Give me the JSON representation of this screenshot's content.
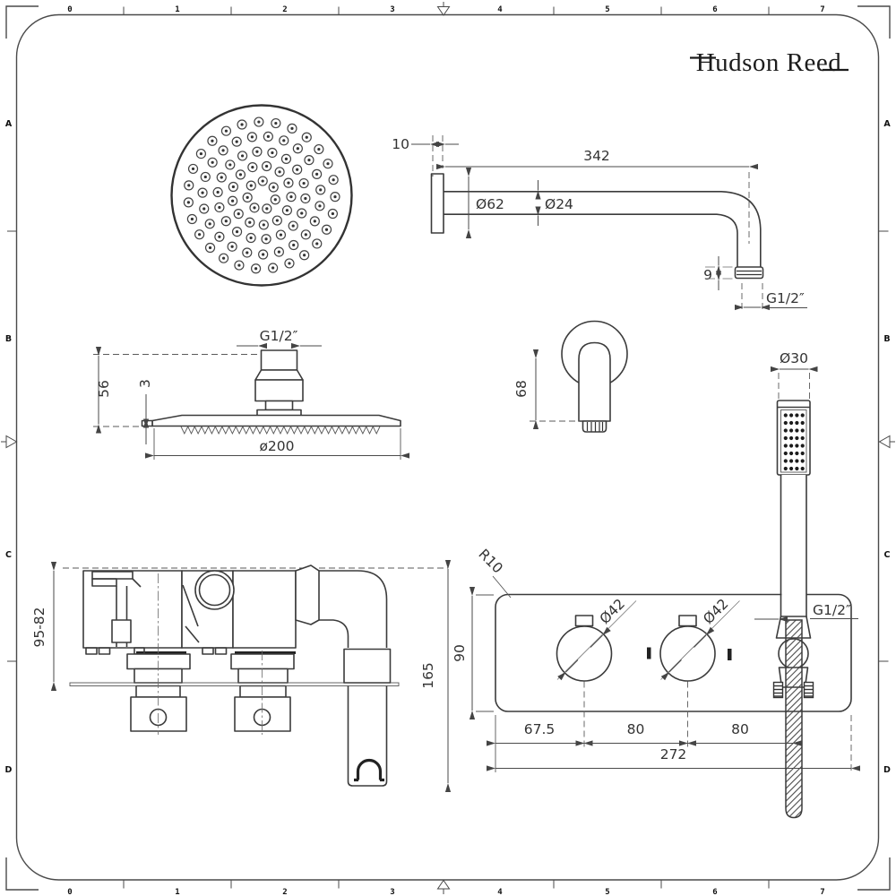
{
  "brand": {
    "logo_text": "Hudson Reed"
  },
  "frame": {
    "top_ruler": [
      "0",
      "1",
      "2",
      "3",
      "4",
      "5",
      "6",
      "7"
    ],
    "bottom_ruler": [
      "0",
      "1",
      "2",
      "3",
      "4",
      "5",
      "6",
      "7"
    ],
    "left_letters": [
      "A",
      "B",
      "C",
      "D"
    ],
    "right_letters": [
      "A",
      "B",
      "C",
      "D"
    ]
  },
  "views": {
    "shower_head_face": {
      "nozzle_rings": [
        {
          "radius": 16,
          "count": 7
        },
        {
          "radius": 33,
          "count": 13
        },
        {
          "radius": 49,
          "count": 18
        },
        {
          "radius": 66,
          "count": 23
        },
        {
          "radius": 82,
          "count": 27
        }
      ]
    },
    "shower_arm": {
      "dims": {
        "wall_flange_offset": "10",
        "arm_length": "342",
        "flange_diameter": "Ø62",
        "arm_diameter": "Ø24",
        "thread_length": "9",
        "thread_size": "G1/2″"
      }
    },
    "shower_head_side": {
      "dims": {
        "thread_size": "G1/2″",
        "connector_height": "56",
        "plate_thickness": "3",
        "head_diameter": "ø200"
      }
    },
    "wall_outlet_elbow": {
      "dims": {
        "drop_height": "68"
      }
    },
    "hand_shower": {
      "dims": {
        "handset_diameter": "Ø30"
      },
      "spray_grid": {
        "columns": 4,
        "rows": 8
      }
    },
    "valve_side": {
      "dims": {
        "recess_depth_range": "95-82",
        "overall_height": "165"
      }
    },
    "valve_face": {
      "dims": {
        "corner_radius": "R10",
        "left_knob_diameter": "Ø42",
        "right_knob_diameter": "Ø42",
        "plate_height": "90",
        "first_knob_offset": "67.5",
        "knob_spacing": "80",
        "outlet_spacing": "80",
        "plate_width": "272",
        "hose_thread_size": "G1/2″"
      }
    }
  }
}
